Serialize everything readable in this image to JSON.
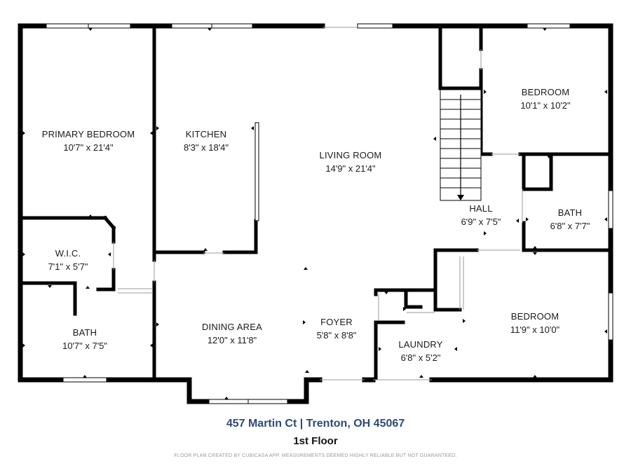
{
  "rooms": {
    "primary_bedroom": {
      "name": "PRIMARY BEDROOM",
      "dims": "10'7\" x 21'4\""
    },
    "kitchen": {
      "name": "KITCHEN",
      "dims": "8'3\" x 18'4\""
    },
    "living_room": {
      "name": "LIVING ROOM",
      "dims": "14'9\" x 21'4\""
    },
    "bedroom_1": {
      "name": "BEDROOM",
      "dims": "10'1\" x 10'2\""
    },
    "hall": {
      "name": "HALL",
      "dims": "6'9\" x 7'5\""
    },
    "bath_1": {
      "name": "BATH",
      "dims": "6'8\" x 7'7\""
    },
    "wic": {
      "name": "W.I.C.",
      "dims": "7'1\" x 5'7\""
    },
    "bath_2": {
      "name": "BATH",
      "dims": "10'7\" x 7'5\""
    },
    "dining_area": {
      "name": "DINING AREA",
      "dims": "12'0\" x 11'8\""
    },
    "foyer": {
      "name": "FOYER",
      "dims": "5'8\" x 8'8\""
    },
    "laundry": {
      "name": "LAUNDRY",
      "dims": "6'8\" x 5'2\""
    },
    "bedroom_2": {
      "name": "BEDROOM",
      "dims": "11'9\" x 10'0\""
    }
  },
  "footer": {
    "address": "457 Martin Ct | Trenton, OH 45067",
    "floor": "1st Floor",
    "disclaimer": "FLOOR PLAN CREATED BY CUBICASA APP. MEASUREMENTS DEEMED HIGHLY RELIABLE BUT NOT GUARANTEED."
  },
  "colors": {
    "wall": "#000000",
    "address": "#2c4a7a"
  }
}
